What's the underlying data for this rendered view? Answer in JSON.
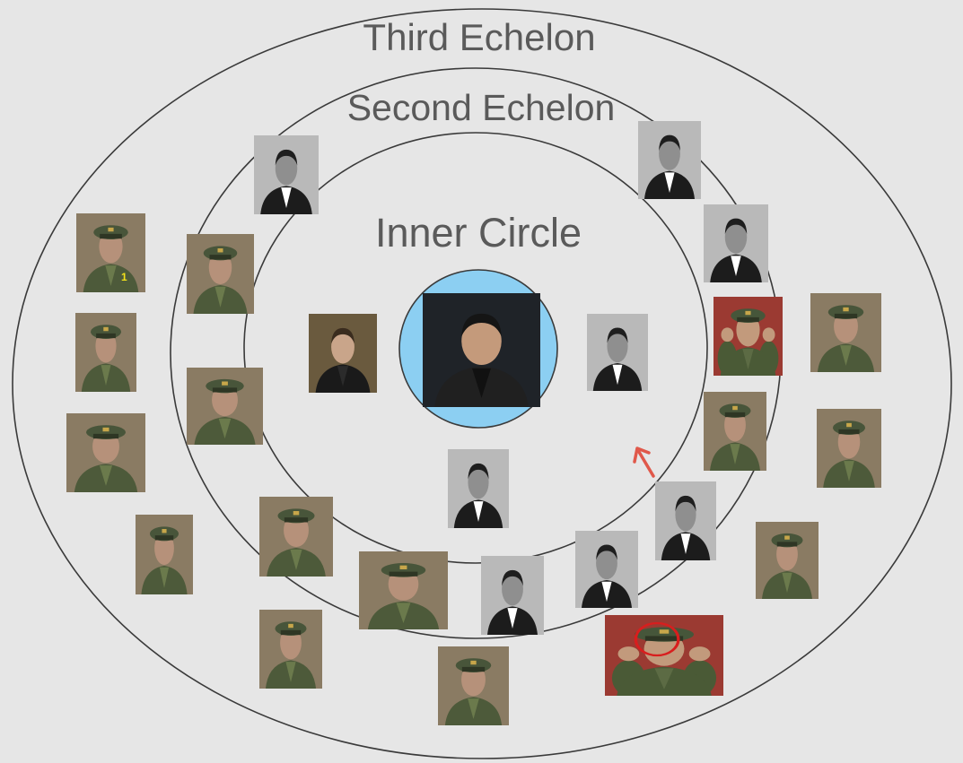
{
  "rings": {
    "third": "Third Echelon",
    "second": "Second Echelon",
    "inner": "Inner Circle"
  },
  "colors": {
    "background": "#e6e6e6",
    "ring_stroke": "#3a3a3a",
    "center_disc": "#8ccff2",
    "arrow": "#e0584a",
    "highlight_circle": "#d81e1e"
  },
  "badge_marks": {
    "photo_left_1": "1"
  }
}
